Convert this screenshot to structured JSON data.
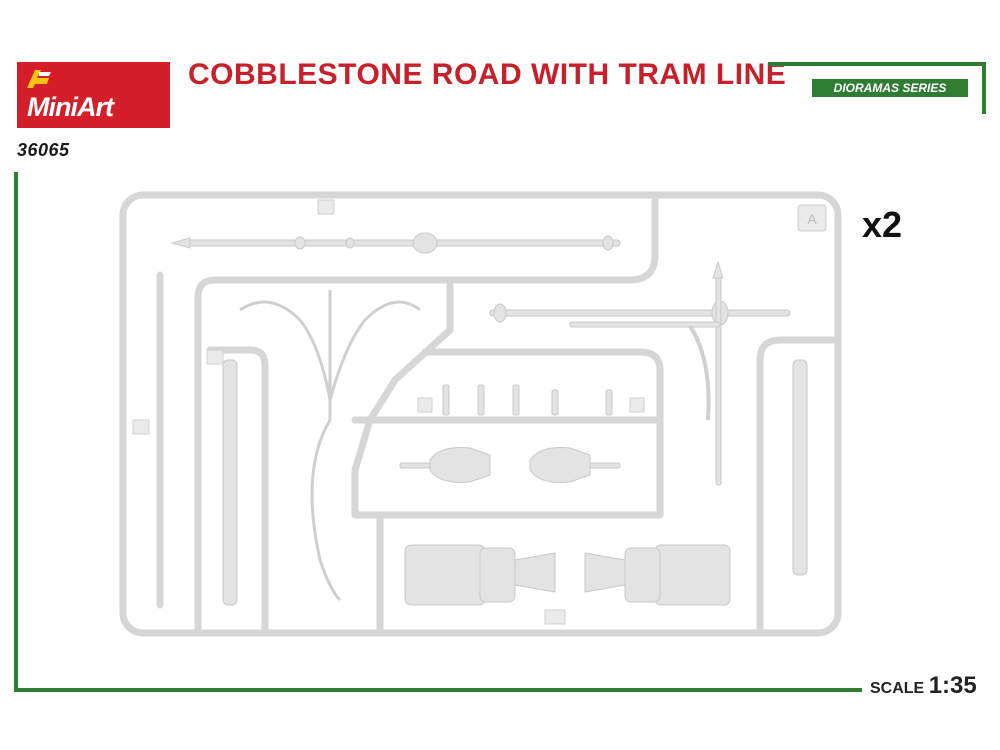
{
  "brand": {
    "name": "MiniArt",
    "kit_number": "36065"
  },
  "title": "COBBLESTONE ROAD WITH TRAM LINE",
  "series": "DIORAMAS SERIES",
  "sprue": {
    "letter": "A",
    "quantity": "x2"
  },
  "scale": {
    "label": "SCALE",
    "value": "1:35"
  },
  "colors": {
    "brand_red": "#d41f2b",
    "title_red": "#c8202a",
    "frame_green": "#2e7d32",
    "plastic": "#e3e3e3"
  },
  "icons": [
    "miniart-logo-mark"
  ]
}
